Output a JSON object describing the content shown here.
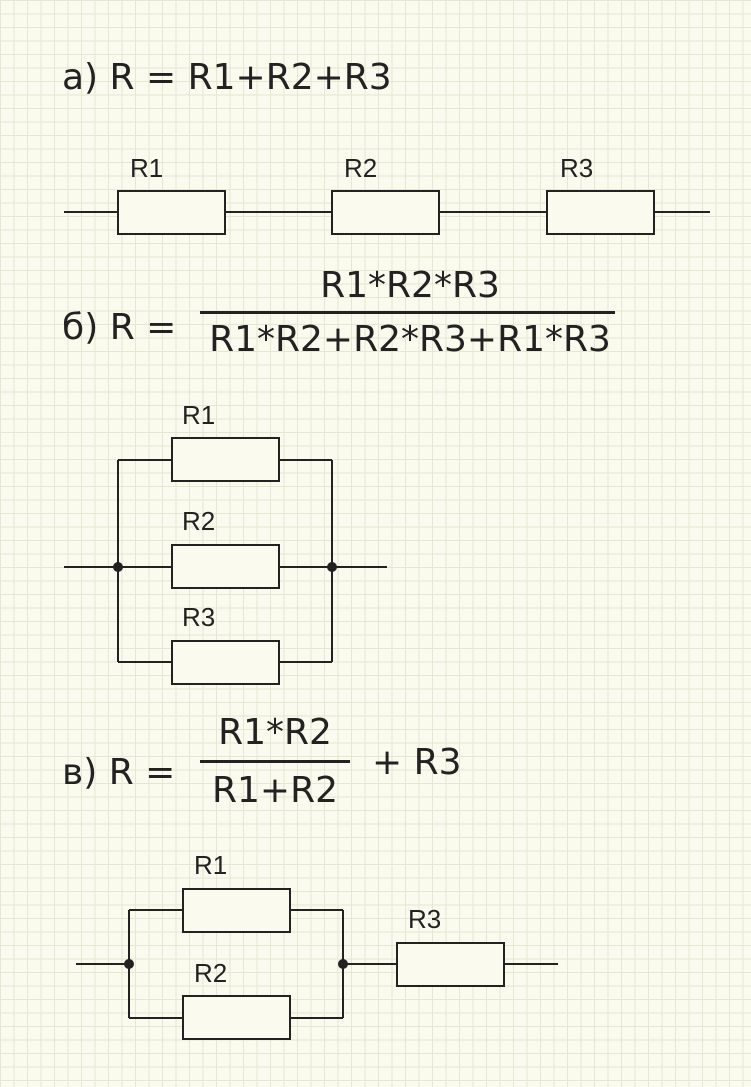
{
  "section_a": {
    "formula": "а) R = R1+R2+R3",
    "labels": [
      "R1",
      "R2",
      "R3"
    ]
  },
  "section_b": {
    "prefix": "б) R =",
    "numerator": "R1*R2*R3",
    "denominator": "R1*R2+R2*R3+R1*R3",
    "labels": [
      "R1",
      "R2",
      "R3"
    ]
  },
  "section_c": {
    "prefix": "в) R =",
    "numerator": "R1*R2",
    "denominator": "R1+R2",
    "suffix": "+ R3",
    "labels": [
      "R1",
      "R2",
      "R3"
    ]
  }
}
